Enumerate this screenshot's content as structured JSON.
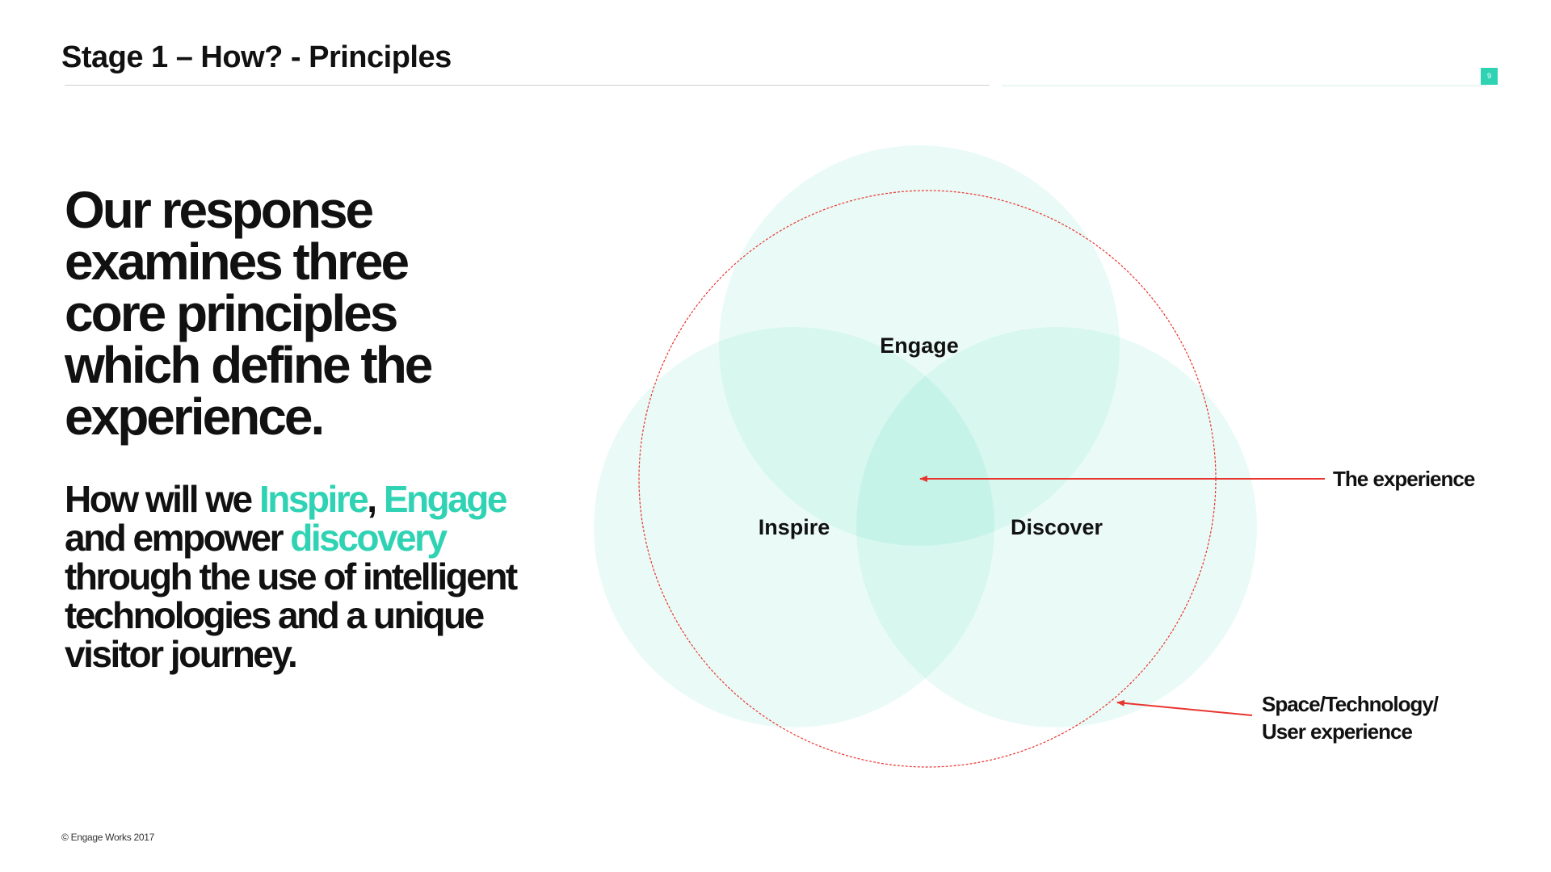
{
  "header": {
    "title": "Stage 1 – How? - Principles",
    "page_number": "9"
  },
  "headline": "Our response examines three core principles which define the experience.",
  "body": {
    "part1": "How will we ",
    "inspire": "Inspire",
    "part2": ", ",
    "engage": "Engage",
    "part3": " and empower ",
    "discovery": "discovery",
    "part4": " through the use of intelligent technologies and a unique visitor journey."
  },
  "diagram": {
    "circles": {
      "engage": "Engage",
      "inspire": "Inspire",
      "discover": "Discover"
    },
    "callouts": {
      "experience": "The experience",
      "space_line1": "Space/Technology/",
      "space_line2": "User experience"
    },
    "colors": {
      "circle_fill": "#2fd3b3",
      "outline": "#e8352f",
      "accent": "#2fd3b3"
    }
  },
  "footer": {
    "copyright": "© Engage Works 2017"
  }
}
